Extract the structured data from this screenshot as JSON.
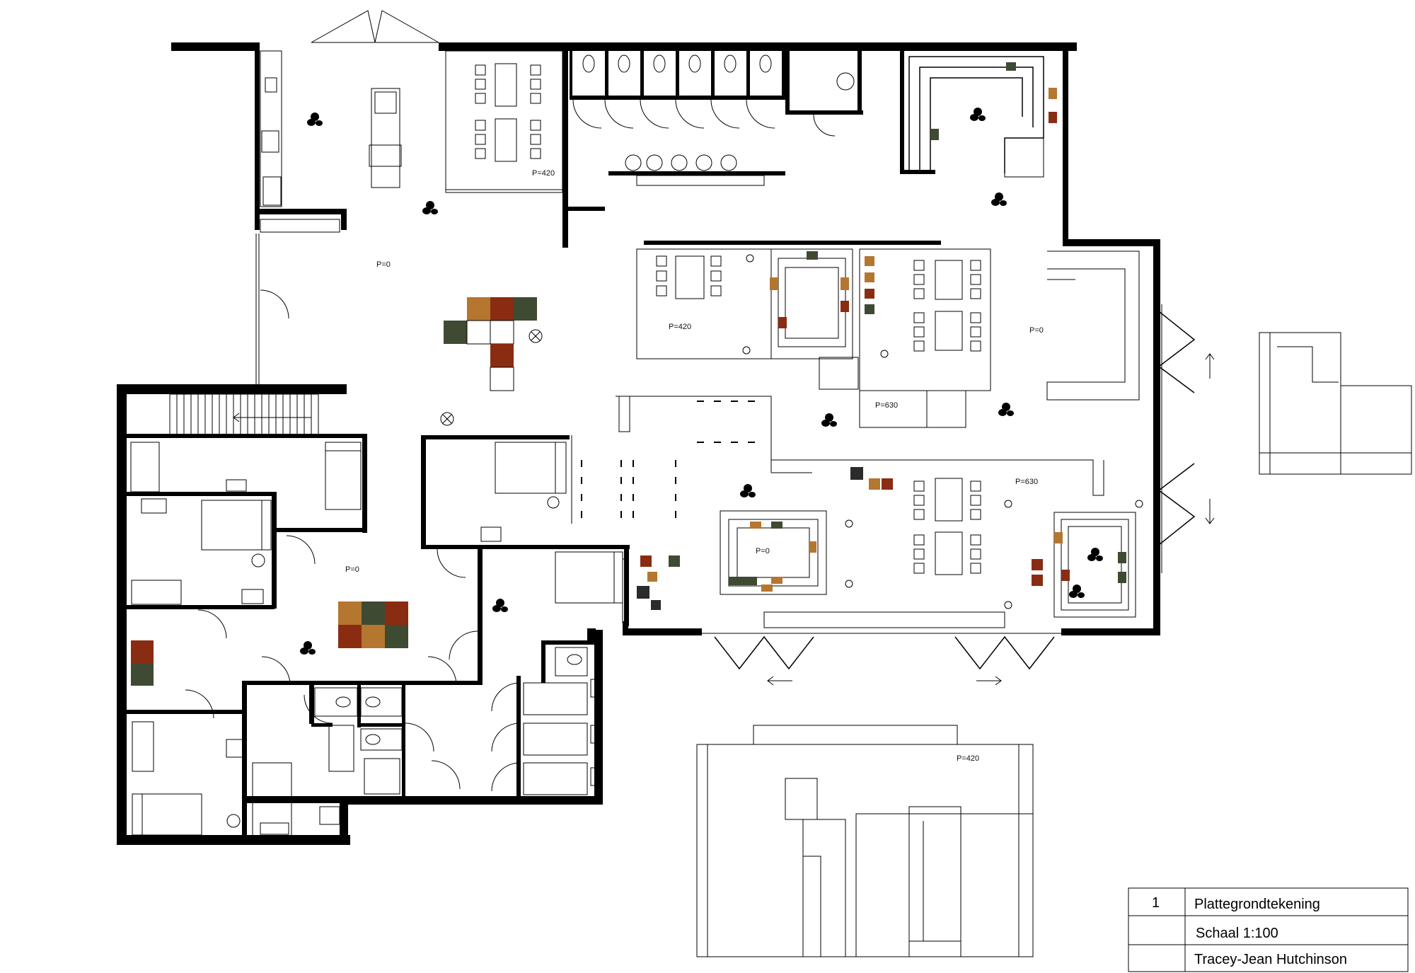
{
  "title_block": {
    "number": "1",
    "title": "Plattegrondtekening",
    "scale": "Schaal 1:100",
    "author": "Tracey-Jean Hutchinson"
  },
  "level_labels": {
    "kitchen_dining": "P=420",
    "lobby": "P=0",
    "dining_left": "P=420",
    "dining_right": "P=630",
    "hall_right": "P=0",
    "center": "P=630",
    "island": "P=0",
    "bedrooms": "P=0",
    "terrace": "P=420"
  },
  "colors": {
    "brown_red": "#8a2c12",
    "ochre": "#b5762f",
    "olive": "#3f4a32",
    "charcoal": "#2b2b2b",
    "wall": "#000000"
  }
}
